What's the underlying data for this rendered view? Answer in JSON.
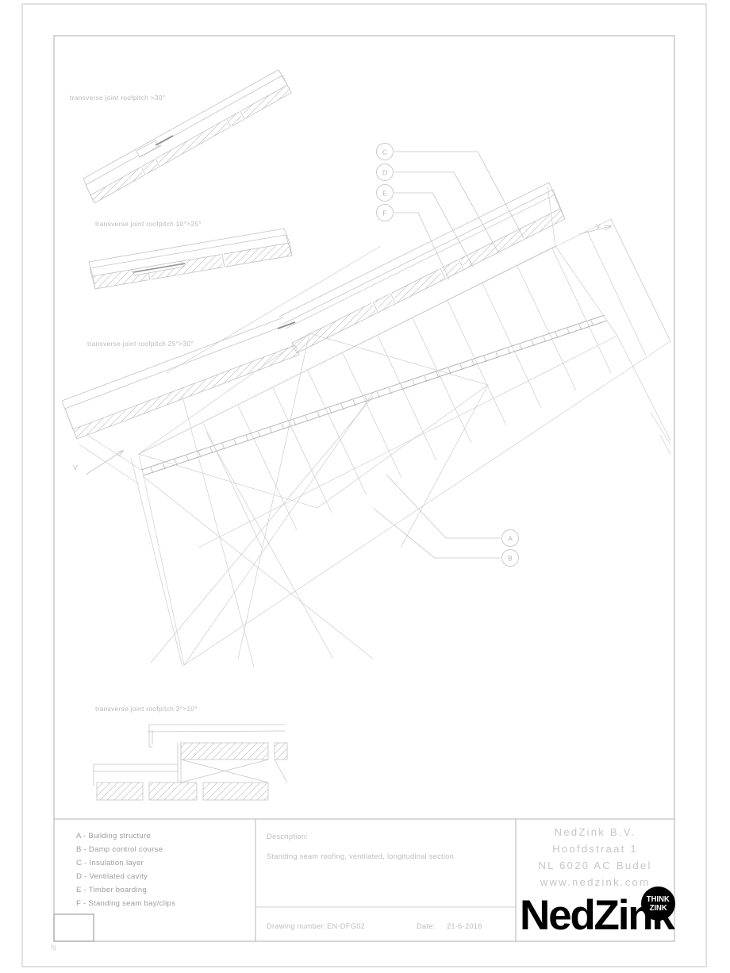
{
  "sheet": {
    "corner_mark": "fg"
  },
  "details": [
    {
      "id": "detail-1",
      "label": "transverse joint roofpitch >30°"
    },
    {
      "id": "detail-2",
      "label": "transverse joint roofpitch 10°>25°"
    },
    {
      "id": "detail-3",
      "label": "transverse joint roofpitch 25°>30°"
    },
    {
      "id": "detail-4",
      "label": "transverse joint roofpitch 3°>10°"
    }
  ],
  "callouts": [
    {
      "key": "C"
    },
    {
      "key": "D"
    },
    {
      "key": "E"
    },
    {
      "key": "F"
    },
    {
      "key": "A"
    },
    {
      "key": "B"
    }
  ],
  "view_markers": [
    {
      "key": "V"
    },
    {
      "key": "V"
    }
  ],
  "legend": {
    "items": [
      "A - Building structure",
      "B - Damp control course",
      "C - Insulation layer",
      "D - Ventilated cavity",
      "E - Timber boarding",
      "F - Standing seam bay/clips"
    ]
  },
  "title_block": {
    "description_label": "Description:",
    "description_text": "Standing seam roofing, ventilated, longitudinal section",
    "drawing_number_label": "Drawing number:",
    "drawing_number": "EN-DFG02",
    "date_label": "Date:",
    "date": "21-6-2016"
  },
  "company": {
    "lines": [
      "NedZink B.V.",
      "Hoofdstraat 1",
      "NL 6020 AC Budel",
      "www.nedzink.com"
    ],
    "logo_text": "NedZink",
    "badge_line1": "THINK",
    "badge_line2": "ZINK"
  },
  "colors": {
    "line": "#c3c3c3",
    "line_dark": "#9a9a9a",
    "frame": "#b0b0b0",
    "text": "#b9b9b9",
    "logo": "#000000"
  }
}
